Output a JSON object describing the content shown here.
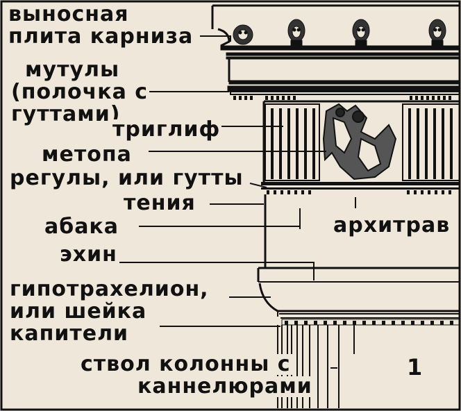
{
  "labels": {
    "cornice_slab_1": "выносная",
    "cornice_slab_2": "плита карниза",
    "mutules_1": "мутулы",
    "mutules_2": "(полочка с",
    "mutules_3": "гуттами)",
    "triglyph": "триглиф",
    "metope": "метопа",
    "regulae": "регулы, или гутты",
    "taenia": "тения",
    "abacus": "абака",
    "architrave": "архитрав",
    "echinus": "эхин",
    "hypotrachelion_1": "гипотрахелион,",
    "hypotrachelion_2": "или шейка",
    "hypotrachelion_3": "капители",
    "shaft_1": "ствол колонны с",
    "shaft_2": "каннелюрами"
  },
  "figure_number": "1",
  "colors": {
    "paper": "#efe8da",
    "ink": "#111111"
  }
}
